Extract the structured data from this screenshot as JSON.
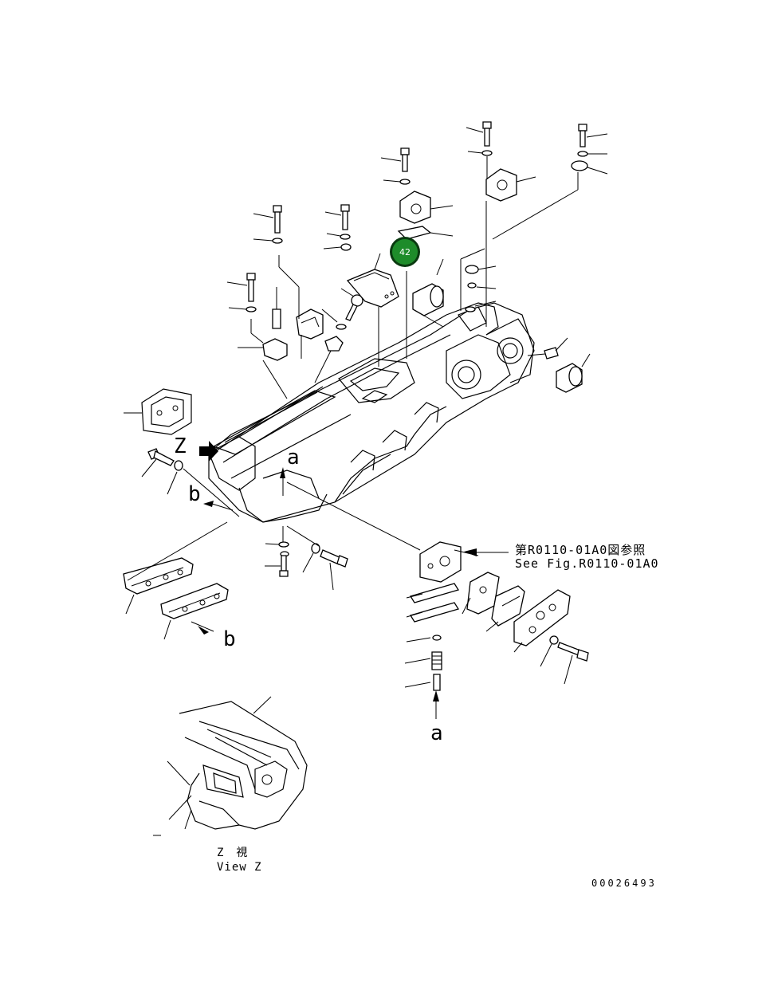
{
  "diagram": {
    "callout": {
      "label": "42",
      "color": "#1e8c2a",
      "ring_color": "#0a3a10"
    },
    "labels": {
      "view_arrow_letter": "Z",
      "section_a_top": "a",
      "section_a_bottom": "a",
      "section_b_left": "b",
      "section_b_bottom": "b",
      "see_fig_jp": "第R0110-01A0図参照",
      "see_fig_en": "See Fig.R0110-01A0",
      "view_z_jp": "Z　視",
      "view_z_en": "View Z",
      "drawing_number": "00026493"
    }
  }
}
